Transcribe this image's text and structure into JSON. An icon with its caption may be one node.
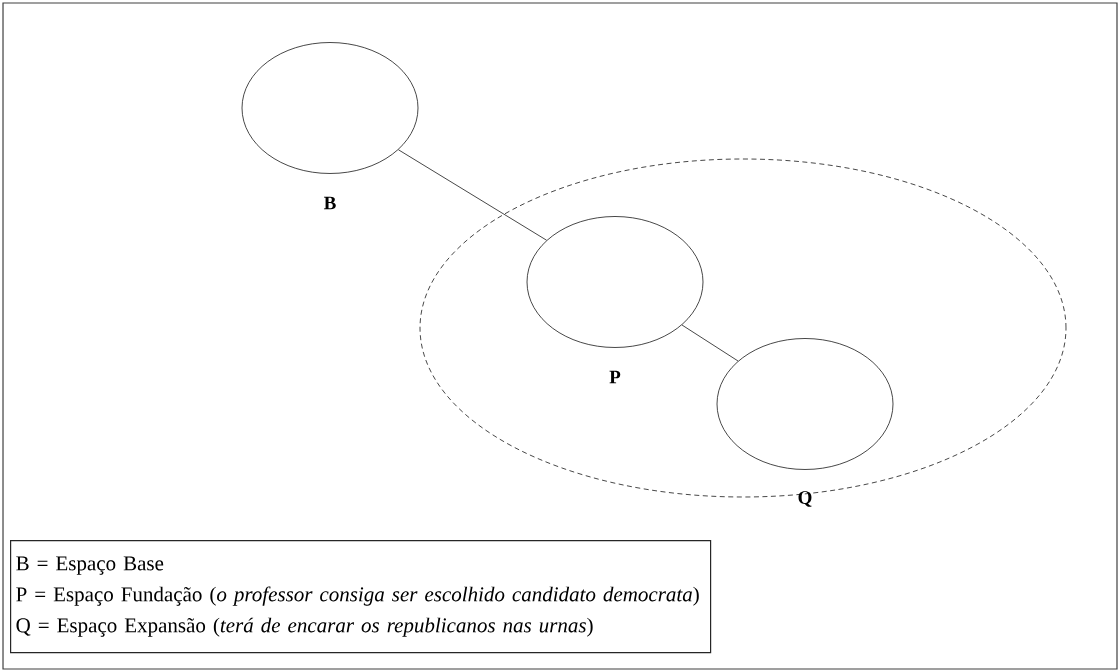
{
  "diagram": {
    "nodes": [
      {
        "text": [],
        "shape": "ellipse",
        "beside": [
          "B"
        ]
      },
      {
        "text": [],
        "shape": "ellipse"
      },
      {
        "text": [],
        "shape": "ellipse",
        "beside": [
          "P"
        ],
        "in": 1
      },
      {
        "text": [],
        "shape": "ellipse",
        "beside": [
          "Q"
        ],
        "in": 1
      },
      {
        "text": [
          "B = Espaço Base",
          "P = Espaço Fundação (*o professor consiga ser escolhido candidato democrata*)",
          "Q = Espaço Expansão (*terá de encarar os republicanos nas urnas*)"
        ]
      }
    ],
    "edges": [
      {
        "from": 0,
        "to": 2,
        "arrow": "none"
      },
      {
        "from": 2,
        "to": 3,
        "arrow": "none"
      }
    ]
  }
}
